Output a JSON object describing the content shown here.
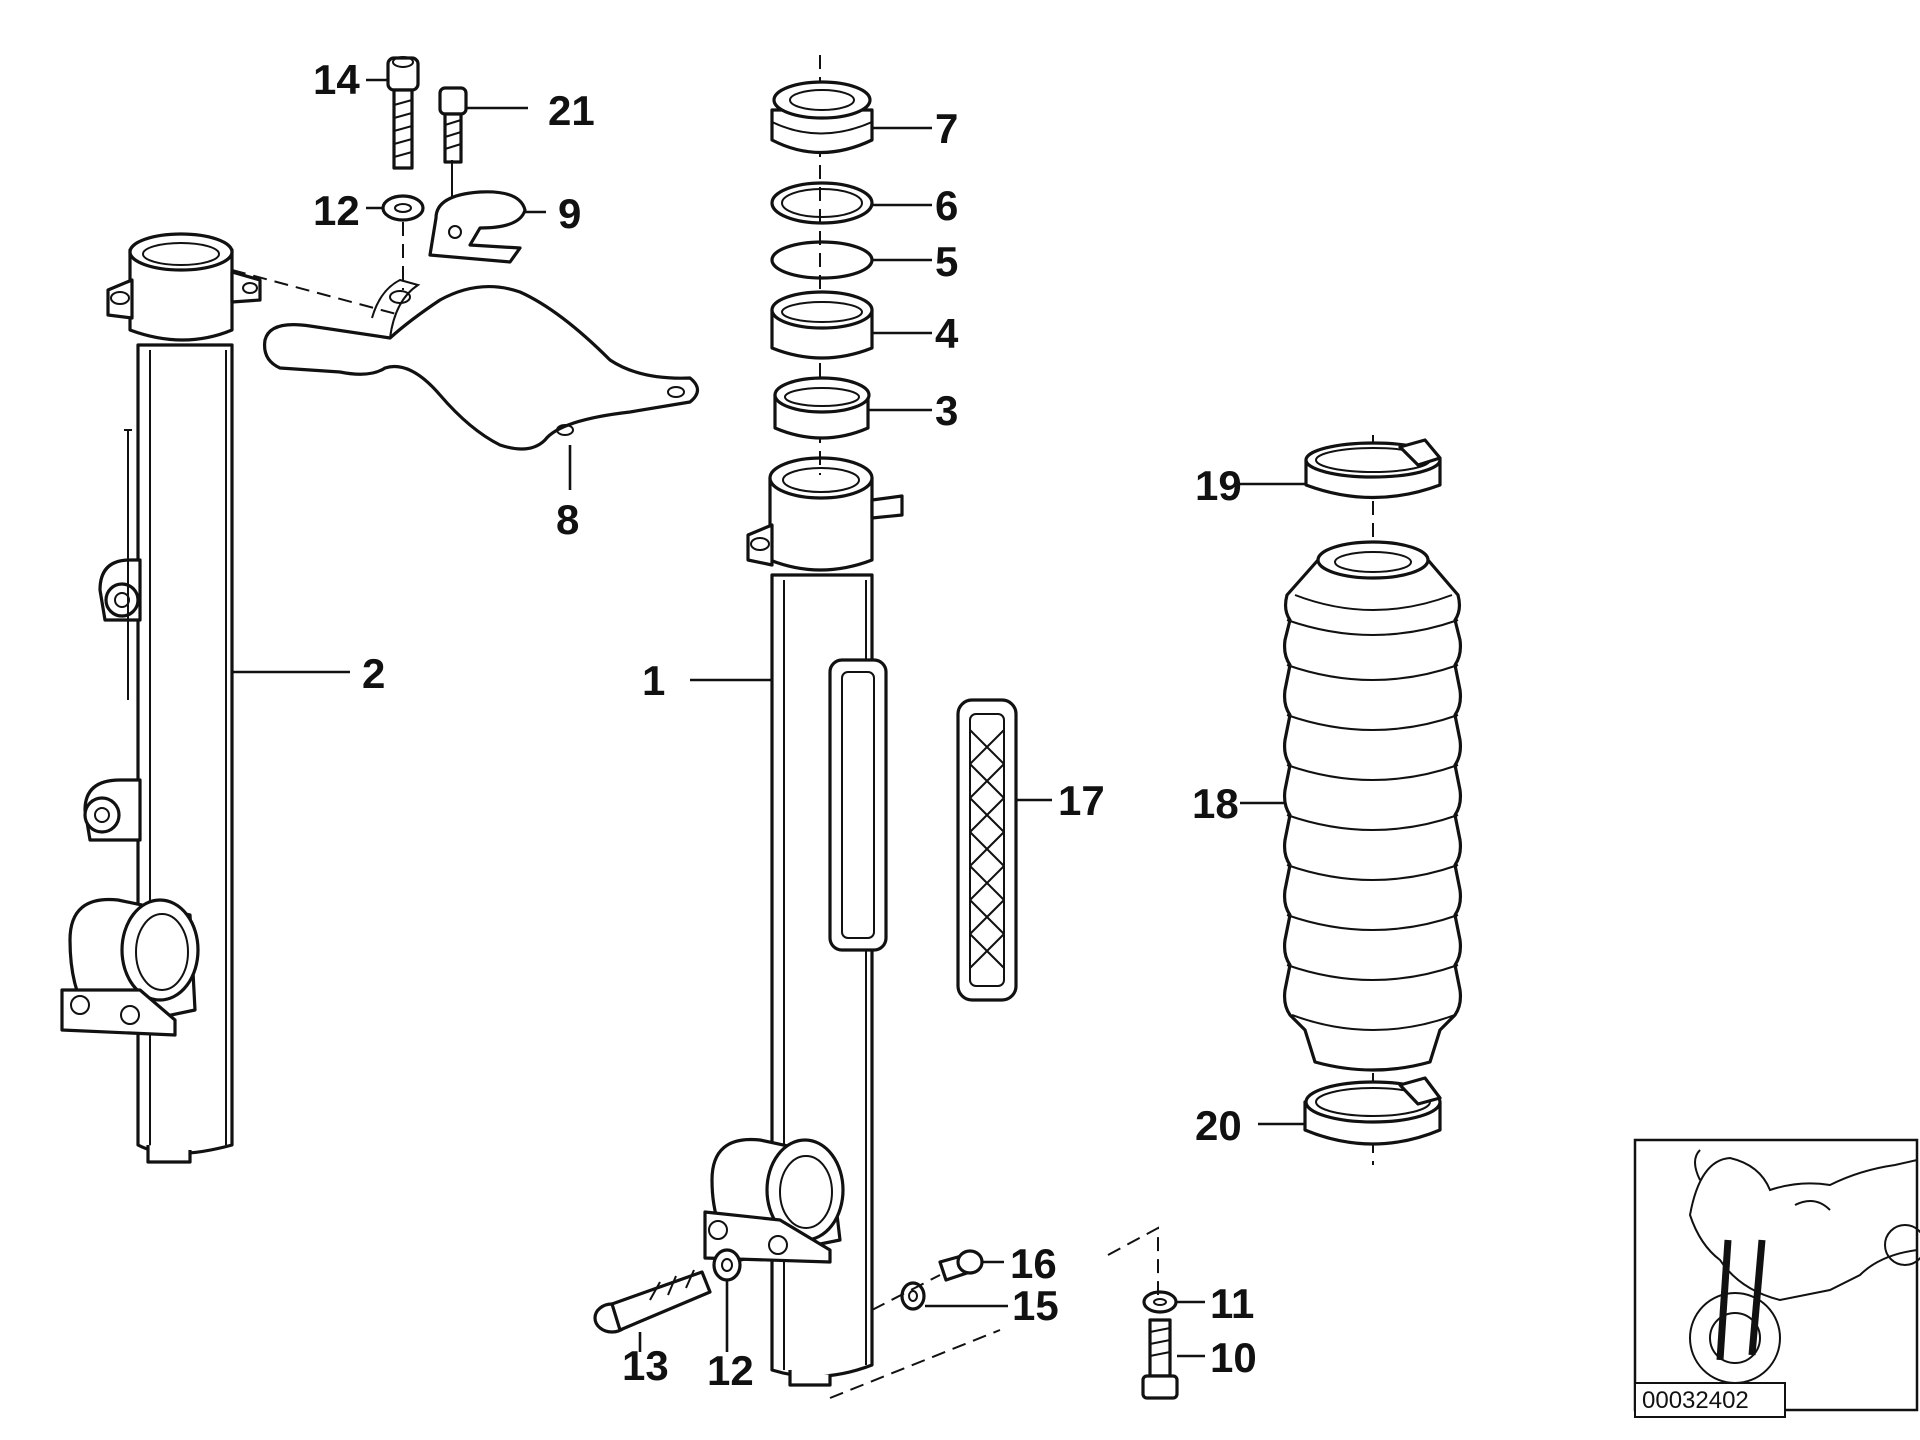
{
  "diagram": {
    "callouts": {
      "c1": "1",
      "c2": "2",
      "c3": "3",
      "c4": "4",
      "c5": "5",
      "c6": "6",
      "c7": "7",
      "c8": "8",
      "c9": "9",
      "c10": "10",
      "c11": "11",
      "c12a": "12",
      "c12b": "12",
      "c13": "13",
      "c14": "14",
      "c15": "15",
      "c16": "16",
      "c17": "17",
      "c18": "18",
      "c19": "19",
      "c20": "20",
      "c21": "21"
    },
    "reference_code": "00032402",
    "thumbnail": {
      "icon": "motorcycle-icon"
    }
  }
}
